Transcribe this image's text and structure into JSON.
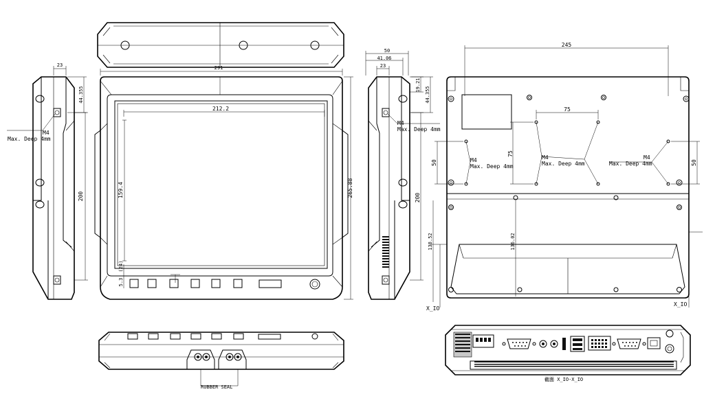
{
  "top_view": {},
  "front_view": {
    "overall_width": "291",
    "screen_width": "212.2",
    "screen_height": "159.4",
    "overall_height": "265.88",
    "button_offset": "(24)",
    "bottom_offset": "5.3"
  },
  "left_side_view": {
    "top_depth": "23",
    "top_offset": "44.355",
    "mount_label": "M4",
    "mount_depth": "Max. Deep 4mm",
    "height": "200"
  },
  "right_side_view": {
    "depth_total": "50",
    "depth_inner": "41.06",
    "depth_small": "23",
    "offset_a": "19.21",
    "offset_b": "44.355",
    "mount_label": "M4",
    "mount_depth": "Max. Deep 4mm",
    "height": "200"
  },
  "rear_view": {
    "hole_span": "245",
    "vesa_width": "75",
    "vesa_height": "75",
    "left_pair": "50",
    "right_pair": "50",
    "mount_label": "M4",
    "mount_depth": "Max. Deep 4mm",
    "lower_height": "136.02",
    "base_height": "138.52",
    "section_left": "X_IO",
    "section_right": "X_IO"
  },
  "bottom_view": {
    "seal_label": "RUBBER SEAL"
  },
  "io_view": {
    "caption": "截面  X_IO-X_IO"
  },
  "colors": {
    "line": "#000000",
    "fill_gray": "#c8c8c8",
    "background": "#ffffff"
  }
}
